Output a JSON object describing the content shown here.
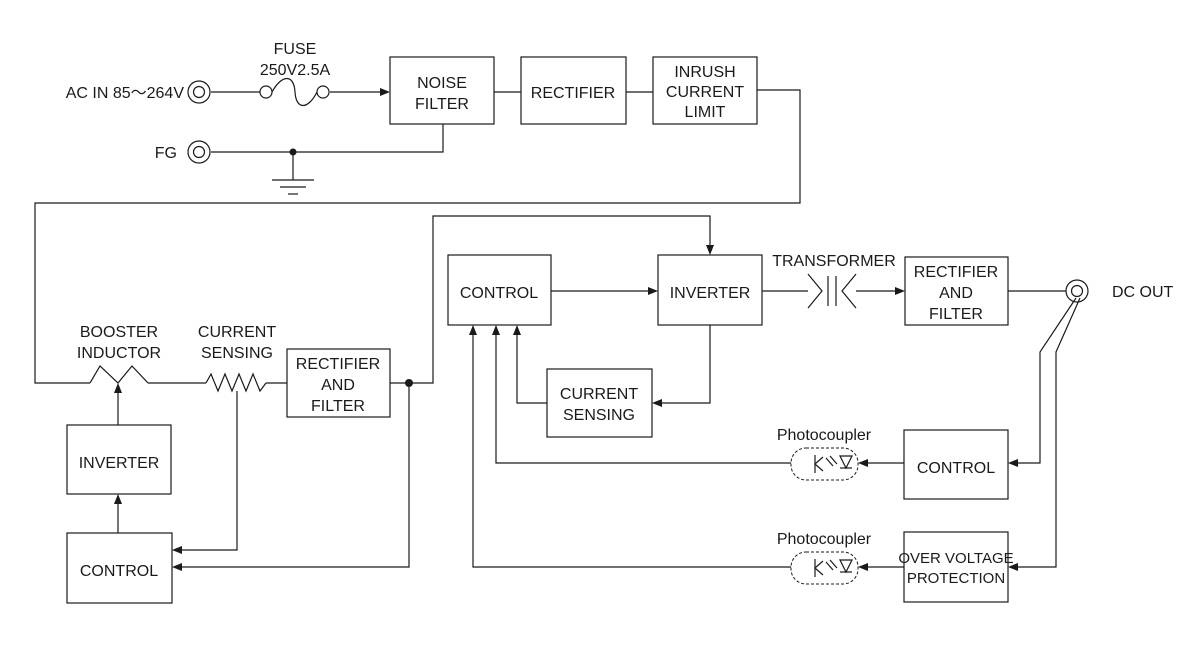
{
  "labels": {
    "fuse": "FUSE",
    "fuse_rating": "250V2.5A",
    "ac_in": "AC IN 85～264V",
    "fg": "FG",
    "booster_inductor": [
      "BOOSTER",
      "INDUCTOR"
    ],
    "current_sensing_left": [
      "CURRENT",
      "SENSING"
    ],
    "transformer": "TRANSFORMER",
    "dc_out": "DC OUT",
    "photocoupler_top": "Photocoupler",
    "photocoupler_bottom": "Photocoupler"
  },
  "blocks": {
    "noise_filter": [
      "NOISE",
      "FILTER"
    ],
    "rectifier_top": [
      "RECTIFIER"
    ],
    "inrush_current_limit": [
      "INRUSH",
      "CURRENT",
      "LIMIT"
    ],
    "rectifier_filter_left": [
      "RECTIFIER",
      "AND",
      "FILTER"
    ],
    "inverter_left": [
      "INVERTER"
    ],
    "control_left": [
      "CONTROL"
    ],
    "control_main": [
      "CONTROL"
    ],
    "inverter_main": [
      "INVERTER"
    ],
    "rectifier_filter_right": [
      "RECTIFIER",
      "AND",
      "FILTER"
    ],
    "current_sensing_box": [
      "CURRENT",
      "SENSING"
    ],
    "control_right": [
      "CONTROL"
    ],
    "over_voltage_protection": [
      "OVER VOLTAGE",
      "PROTECTION"
    ]
  }
}
